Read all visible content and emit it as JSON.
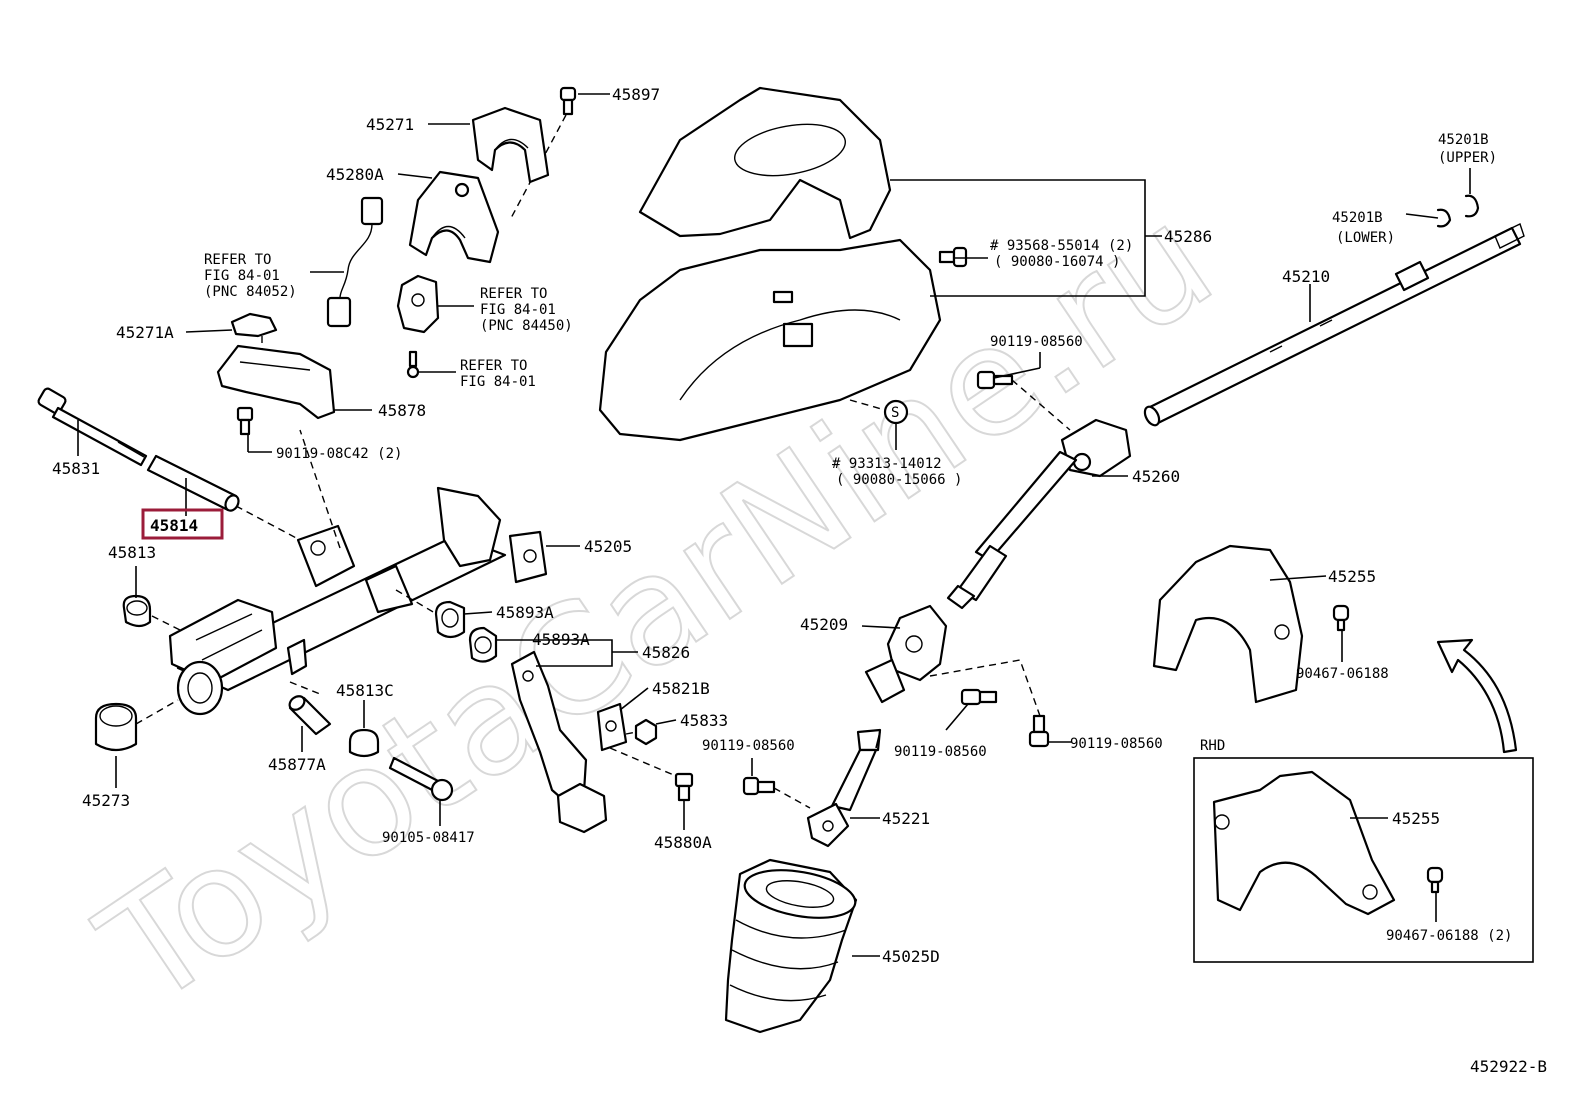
{
  "watermark": "ToyotaCarNine.ru",
  "diagram_id": "452922-B",
  "highlight_color": "#9b1c3a",
  "labels": {
    "p45897": "45897",
    "p45271": "45271",
    "p45280A": "45280A",
    "refer1_l1": "REFER TO",
    "refer1_l2": "FIG 84-01",
    "refer1_l3": "(PNC 84052)",
    "refer2_l1": "REFER TO",
    "refer2_l2": "FIG 84-01",
    "refer2_l3": "(PNC 84450)",
    "refer3_l1": "REFER TO",
    "refer3_l2": "FIG 84-01",
    "p45271A": "45271A",
    "p45878": "45878",
    "p90119_08C42": "90119-08C42 (2)",
    "p45831": "45831",
    "p45814": "45814",
    "p45813": "45813",
    "p45205": "45205",
    "p45893A_1": "45893A",
    "p45893A_2": "45893A",
    "p45826": "45826",
    "p45821B": "45821B",
    "p45833": "45833",
    "p45813C": "45813C",
    "p45877A": "45877A",
    "p45273": "45273",
    "p90105_08417": "90105-08417",
    "p90119_08560_a": "90119-08560",
    "p45880A": "45880A",
    "p93568_l1": "# 93568-55014 (2)",
    "p93568_l2": "( 90080-16074 )",
    "p45286": "45286",
    "p45201B_u1": "45201B",
    "p45201B_u2": "(UPPER)",
    "p45201B_l1": "45201B",
    "p45201B_l2": "(LOWER)",
    "p45210": "45210",
    "p90119_08560_b": "90119-08560",
    "s_mark": "S",
    "p93313_l1": "# 93313-14012",
    "p93313_l2": "( 90080-15066 )",
    "p45260": "45260",
    "p45209": "45209",
    "p90119_08560_c": "90119-08560",
    "p90119_08560_d": "90119-08560",
    "p45221": "45221",
    "p45025D": "45025D",
    "p45255_1": "45255",
    "p90467_1": "90467-06188",
    "rhd": "RHD",
    "p45255_2": "45255",
    "p90467_2": "90467-06188 (2)"
  }
}
